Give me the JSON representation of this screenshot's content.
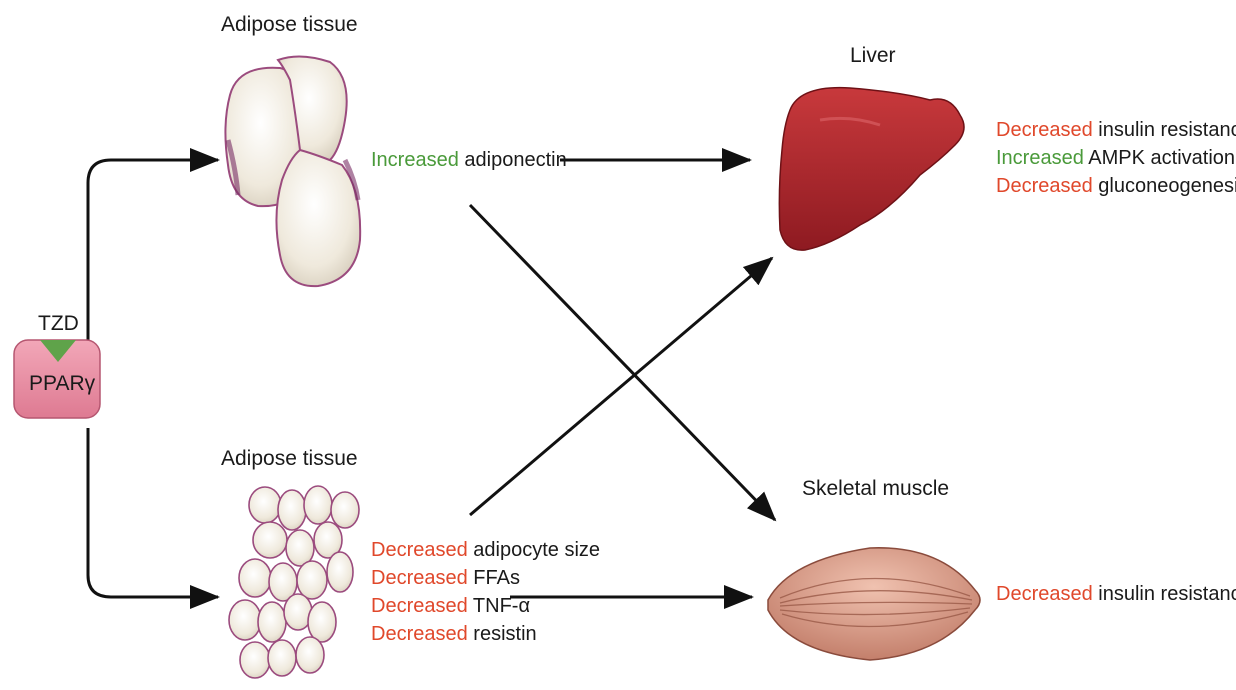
{
  "colors": {
    "increased": "#4a9a3a",
    "decreased": "#e0482b",
    "arrow": "#111111",
    "ppar_box": "#e98aa0",
    "tzd_triangle": "#5fa34a",
    "liver": "#b3242a",
    "muscle": "#d99780",
    "fat_cell": "#f3efe4",
    "fat_edge": "#9b4b7e"
  },
  "drug": {
    "tzd": "TZD",
    "receptor": "PPARγ"
  },
  "organs": {
    "adipose_top": "Adipose tissue",
    "adipose_bottom": "Adipose tissue",
    "liver": "Liver",
    "muscle": "Skeletal muscle"
  },
  "effects": {
    "adipose_top": [
      {
        "change": "Increased",
        "target": "adiponectin"
      }
    ],
    "adipose_bottom": [
      {
        "change": "Decreased",
        "target": "adipocyte size"
      },
      {
        "change": "Decreased",
        "target": "FFAs"
      },
      {
        "change": "Decreased",
        "target": "TNF-α"
      },
      {
        "change": "Decreased",
        "target": "resistin"
      }
    ],
    "liver": [
      {
        "change": "Decreased",
        "target": "insulin resistance"
      },
      {
        "change": "Increased",
        "target": "AMPK activation"
      },
      {
        "change": "Decreased",
        "target": "gluconeogenesis"
      }
    ],
    "muscle": [
      {
        "change": "Decreased",
        "target": "insulin resistance"
      }
    ]
  }
}
